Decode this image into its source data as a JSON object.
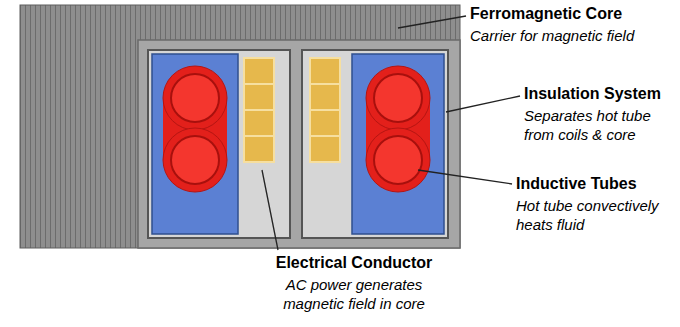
{
  "diagram": {
    "labels": [
      "Ferromagnetic Core",
      "Carrier for magnetic field",
      "Insulation System",
      "Separates hot tube from coils & core",
      "Inductive Tubes",
      "Hot tube convectively heats fluid",
      "Electrical Conductor",
      "AC power generates magnetic field in core"
    ]
  }
}
